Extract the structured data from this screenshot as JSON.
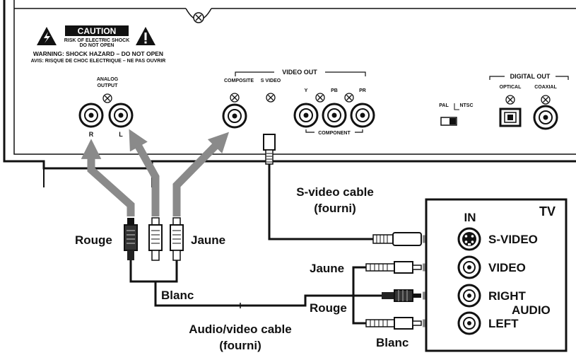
{
  "panel": {
    "caution_title": "CAUTION",
    "caution_line1": "RISK OF ELECTRIC SHOCK",
    "caution_line2": "DO NOT OPEN",
    "warning_line": "WARNING: SHOCK HAZARD – DO NOT OPEN",
    "avis_line": "AVIS: RISQUE DE CHOC ELECTRIQUE – NE PAS OUVRIR",
    "analog_line1": "ANALOG",
    "analog_line2": "OUTPUT",
    "jack_r": "R",
    "jack_l": "L",
    "video_out": "VIDEO OUT",
    "composite": "COMPOSITE",
    "s_video_port": "S  VIDEO",
    "comp_y": "Y",
    "comp_pb": "PB",
    "comp_pr": "PR",
    "component": "COMPONENT",
    "pal": "PAL",
    "ntsc": "NTSC",
    "digital_out": "DIGITAL OUT",
    "optical": "OPTICAL",
    "coaxial": "COAXIAL"
  },
  "cables": {
    "rouge": "Rouge",
    "jaune": "Jaune",
    "blanc": "Blanc",
    "svideo_cable_line1": "S-video cable",
    "svideo_cable_line2": "(fourni)",
    "av_cable_line1": "Audio/video cable",
    "av_cable_line2": "(fourni)",
    "tv_jaune": "Jaune",
    "tv_rouge": "Rouge",
    "tv_blanc": "Blanc"
  },
  "tv": {
    "title": "TV",
    "in_label": "IN",
    "s_video": "S-VIDEO",
    "video": "VIDEO",
    "right": "RIGHT",
    "audio": "AUDIO",
    "left": "LEFT"
  },
  "colors": {
    "arrow": "#8a8a8a",
    "line": "#111111"
  }
}
